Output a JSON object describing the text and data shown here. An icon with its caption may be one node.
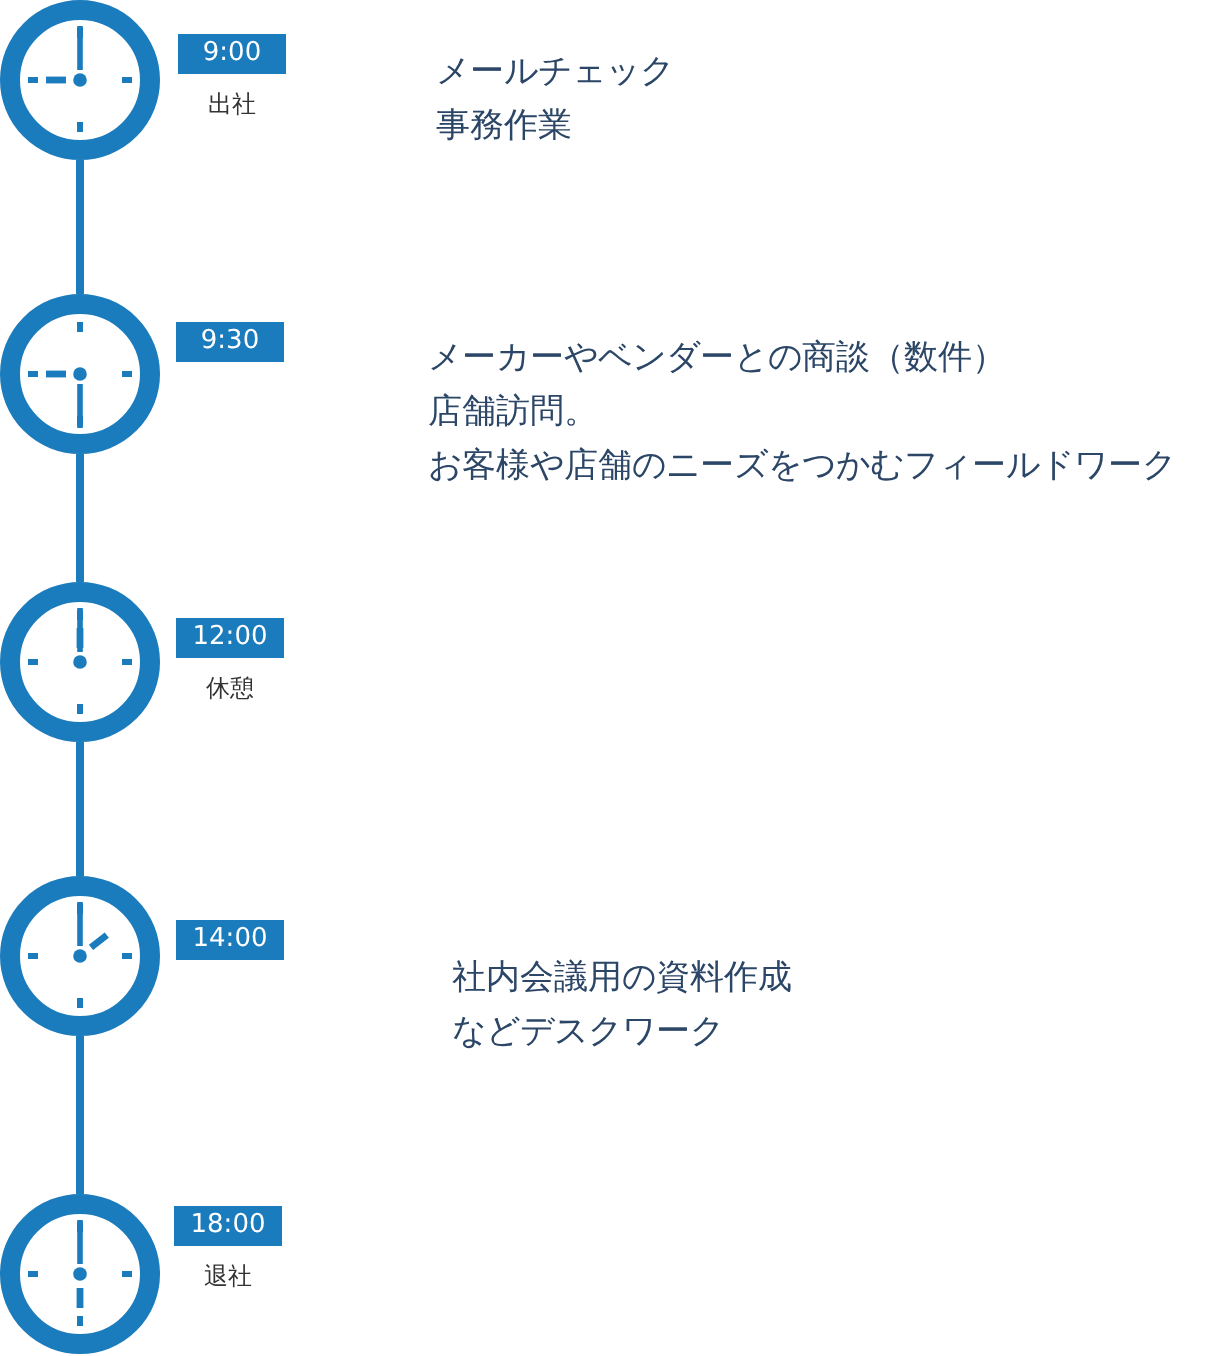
{
  "diagram": {
    "nodes": [
      {
        "text": [],
        "shape": "picture"
      },
      {
        "text": [
          "9:00"
        ],
        "beside": [
          "出社"
        ]
      },
      {
        "text": [],
        "shape": "picture"
      },
      {
        "text": [
          "9:30"
        ]
      },
      {
        "text": [],
        "shape": "picture"
      },
      {
        "text": [
          "12:00"
        ],
        "beside": [
          "休憩"
        ]
      },
      {
        "text": [],
        "shape": "picture"
      },
      {
        "text": [
          "14:00"
        ]
      },
      {
        "text": [],
        "shape": "picture"
      },
      {
        "text": [
          "18:00"
        ],
        "beside": [
          "退社"
        ]
      }
    ],
    "edges": [
      {
        "from": 0,
        "to": 2,
        "arrow": "none"
      },
      {
        "from": 2,
        "to": 4,
        "arrow": "none"
      },
      {
        "from": 4,
        "to": 6,
        "arrow": "none"
      },
      {
        "from": 6,
        "to": 8,
        "arrow": "none"
      }
    ],
    "labels": [
      "メールチェック",
      "事務作業",
      "メーカーやベンダーとの商談（数件）",
      "店舗訪問。",
      "お客様や店舗のニーズをつかむフィールドワーク",
      "社内会議用の資料作成",
      "などデスクワーク"
    ]
  }
}
